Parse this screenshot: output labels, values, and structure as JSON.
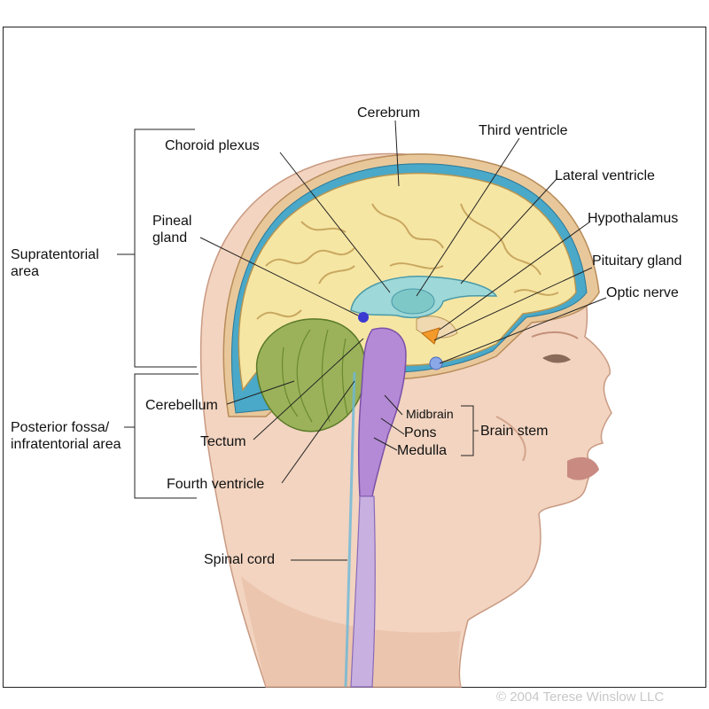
{
  "labels": {
    "cerebrum": "Cerebrum",
    "choroid_plexus": "Choroid plexus",
    "third_ventricle": "Third ventricle",
    "lateral_ventricle": "Lateral ventricle",
    "pineal_gland": "Pineal gland",
    "hypothalamus": "Hypothalamus",
    "pituitary_gland": "Pituitary gland",
    "optic_nerve": "Optic nerve",
    "supratentorial_area": "Supratentorial area",
    "cerebellum": "Cerebellum",
    "posterior_fossa": "Posterior fossa/ infratentorial area",
    "tectum": "Tectum",
    "midbrain": "Midbrain",
    "pons": "Pons",
    "medulla": "Medulla",
    "brain_stem": "Brain stem",
    "fourth_ventricle": "Fourth ventricle",
    "spinal_cord": "Spinal cord"
  },
  "copyright": "© 2004 Terese Winslow LLC",
  "colors": {
    "skin": "#f2d4c0",
    "skin_shade": "#e7bba2",
    "skull": "#e8c89a",
    "dura": "#d9b07a",
    "csf": "#4aa8c8",
    "cerebrum": "#f6e6a4",
    "cerebrum_gyri": "#c9a860",
    "ventricle": "#9ed8d8",
    "cerebellum": "#9bb25a",
    "brain_stem": "#b48ad6",
    "pituitary": "#f39a2a",
    "pineal": "#3a3ad0"
  }
}
